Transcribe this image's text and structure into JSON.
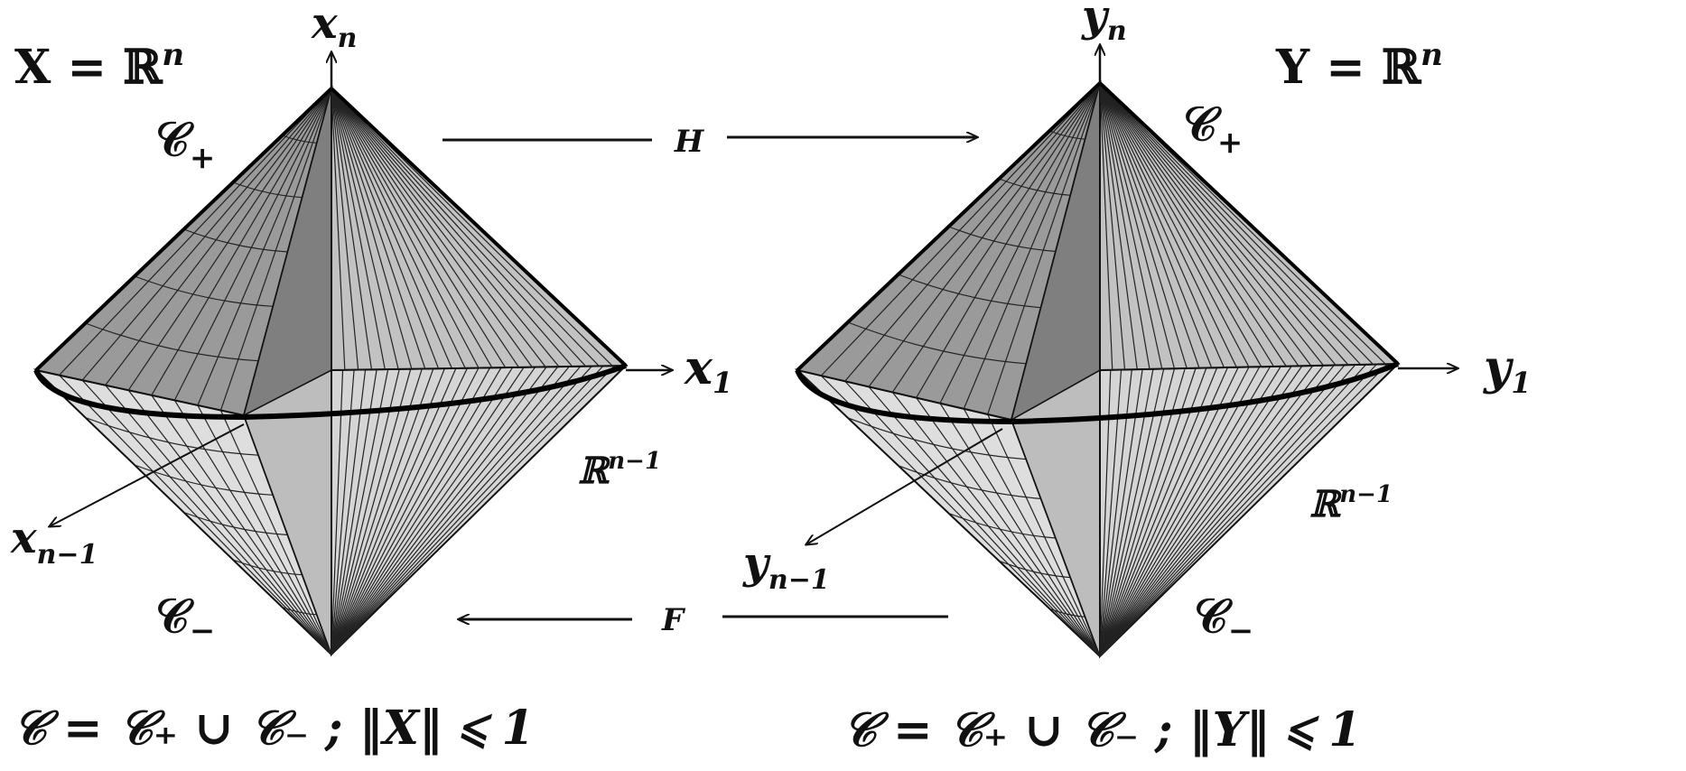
{
  "left": {
    "space_label": "X = ℝ",
    "space_exp": "n",
    "axis_up": "x",
    "axis_up_sub": "n",
    "axis_right": "x",
    "axis_right_sub": "1",
    "axis_diag": "x",
    "axis_diag_sub": "n−1",
    "cone_top": "𝒞",
    "cone_top_sub": "+",
    "cone_bottom": "𝒞",
    "cone_bottom_sub": "−",
    "plane": "ℝ",
    "plane_exp": "n−1",
    "caption": "𝒞 = 𝒞₊ ∪ 𝒞₋  ;  ‖X‖ ⩽ 1"
  },
  "right": {
    "space_label": "Y = ℝ",
    "space_exp": "n",
    "axis_up": "y",
    "axis_up_sub": "n",
    "axis_right": "y",
    "axis_right_sub": "1",
    "axis_diag": "y",
    "axis_diag_sub": "n−1",
    "cone_top": "𝒞",
    "cone_top_sub": "+",
    "cone_bottom": "𝒞",
    "cone_bottom_sub": "−",
    "plane": "ℝ",
    "plane_exp": "n−1",
    "caption": "𝒞 = 𝒞₊ ∪ 𝒞₋  ;  ‖Y‖ ⩽ 1"
  },
  "map_forward": "H",
  "map_backward": "F",
  "colors": {
    "ink": "#111111",
    "top_left_face": "#9a9a9a",
    "top_right_face": "#c4c4c4",
    "top_ridge_face": "#7d7d7d",
    "bottom_left_face": "#dedede",
    "bottom_right_face": "#d2d2d2",
    "bottom_front_face": "#b8b8b8"
  }
}
